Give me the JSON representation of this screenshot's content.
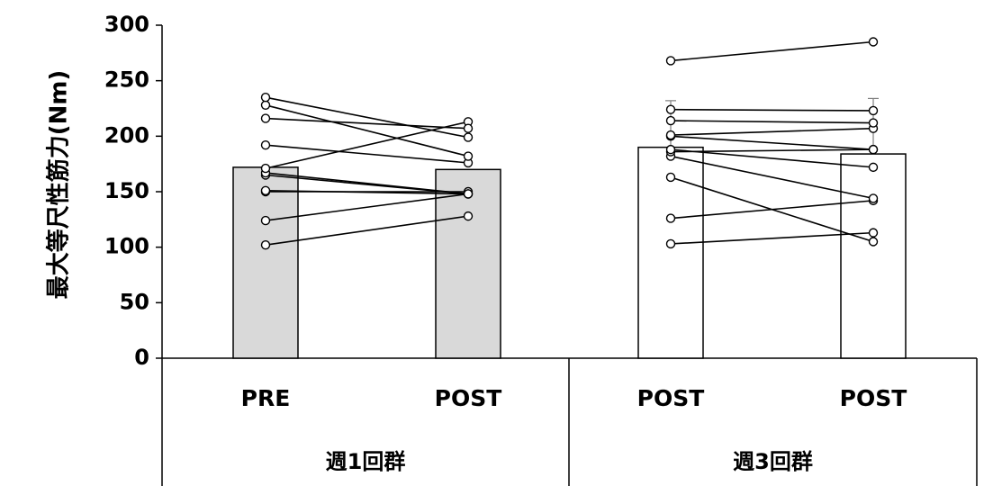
{
  "chart_data": {
    "type": "bar",
    "title": "",
    "ylabel": "最大等尺性筋力(Nm)",
    "ylim": [
      0,
      300
    ],
    "yticks": [
      0,
      50,
      100,
      150,
      200,
      250,
      300
    ],
    "groups": [
      {
        "label": "週1回群",
        "categories": [
          "PRE",
          "POST"
        ],
        "values": [
          172,
          170
        ],
        "bar_color": "#d9d9d9",
        "errors": [
          0,
          0
        ]
      },
      {
        "label": "週3回群",
        "categories": [
          "POST",
          "POST"
        ],
        "values": [
          190,
          184
        ],
        "bar_color": "#ffffff",
        "errors": [
          42,
          50
        ]
      }
    ],
    "individuals": [
      {
        "group": 0,
        "pairs": [
          [
            102,
            128
          ],
          [
            124,
            148
          ],
          [
            150,
            150
          ],
          [
            151,
            148
          ],
          [
            165,
            148
          ],
          [
            167,
            148
          ],
          [
            171,
            213
          ],
          [
            192,
            176
          ],
          [
            216,
            207
          ],
          [
            228,
            182
          ],
          [
            235,
            199
          ]
        ]
      },
      {
        "group": 1,
        "pairs": [
          [
            103,
            113
          ],
          [
            126,
            142
          ],
          [
            163,
            105
          ],
          [
            182,
            144
          ],
          [
            186,
            188
          ],
          [
            188,
            172
          ],
          [
            200,
            188
          ],
          [
            201,
            207
          ],
          [
            214,
            212
          ],
          [
            224,
            223
          ],
          [
            268,
            285
          ]
        ]
      }
    ],
    "grid": false,
    "legend": "none"
  }
}
